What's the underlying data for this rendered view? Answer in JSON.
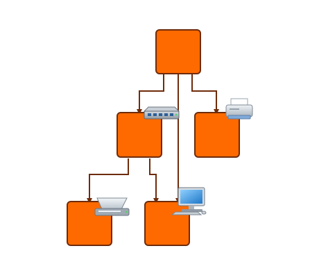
{
  "diagram": {
    "colors": {
      "node_fill": "#ff6a00",
      "node_stroke": "#6e2b0a",
      "connector": "#6e2b0a",
      "background": "#ffffff"
    },
    "nodes": [
      {
        "id": "root",
        "icon": "none"
      },
      {
        "id": "switch-node",
        "icon": "network-switch-icon"
      },
      {
        "id": "printer-node",
        "icon": "printer-icon"
      },
      {
        "id": "scanner-node",
        "icon": "scanner-icon"
      },
      {
        "id": "computer-node",
        "icon": "desktop-computer-icon"
      }
    ],
    "edges": [
      {
        "from": "root",
        "to": "switch-node"
      },
      {
        "from": "root",
        "to": "printer-node"
      },
      {
        "from": "root",
        "to": "computer-node"
      },
      {
        "from": "switch-node",
        "to": "scanner-node"
      },
      {
        "from": "switch-node",
        "to": "computer-node"
      }
    ]
  }
}
